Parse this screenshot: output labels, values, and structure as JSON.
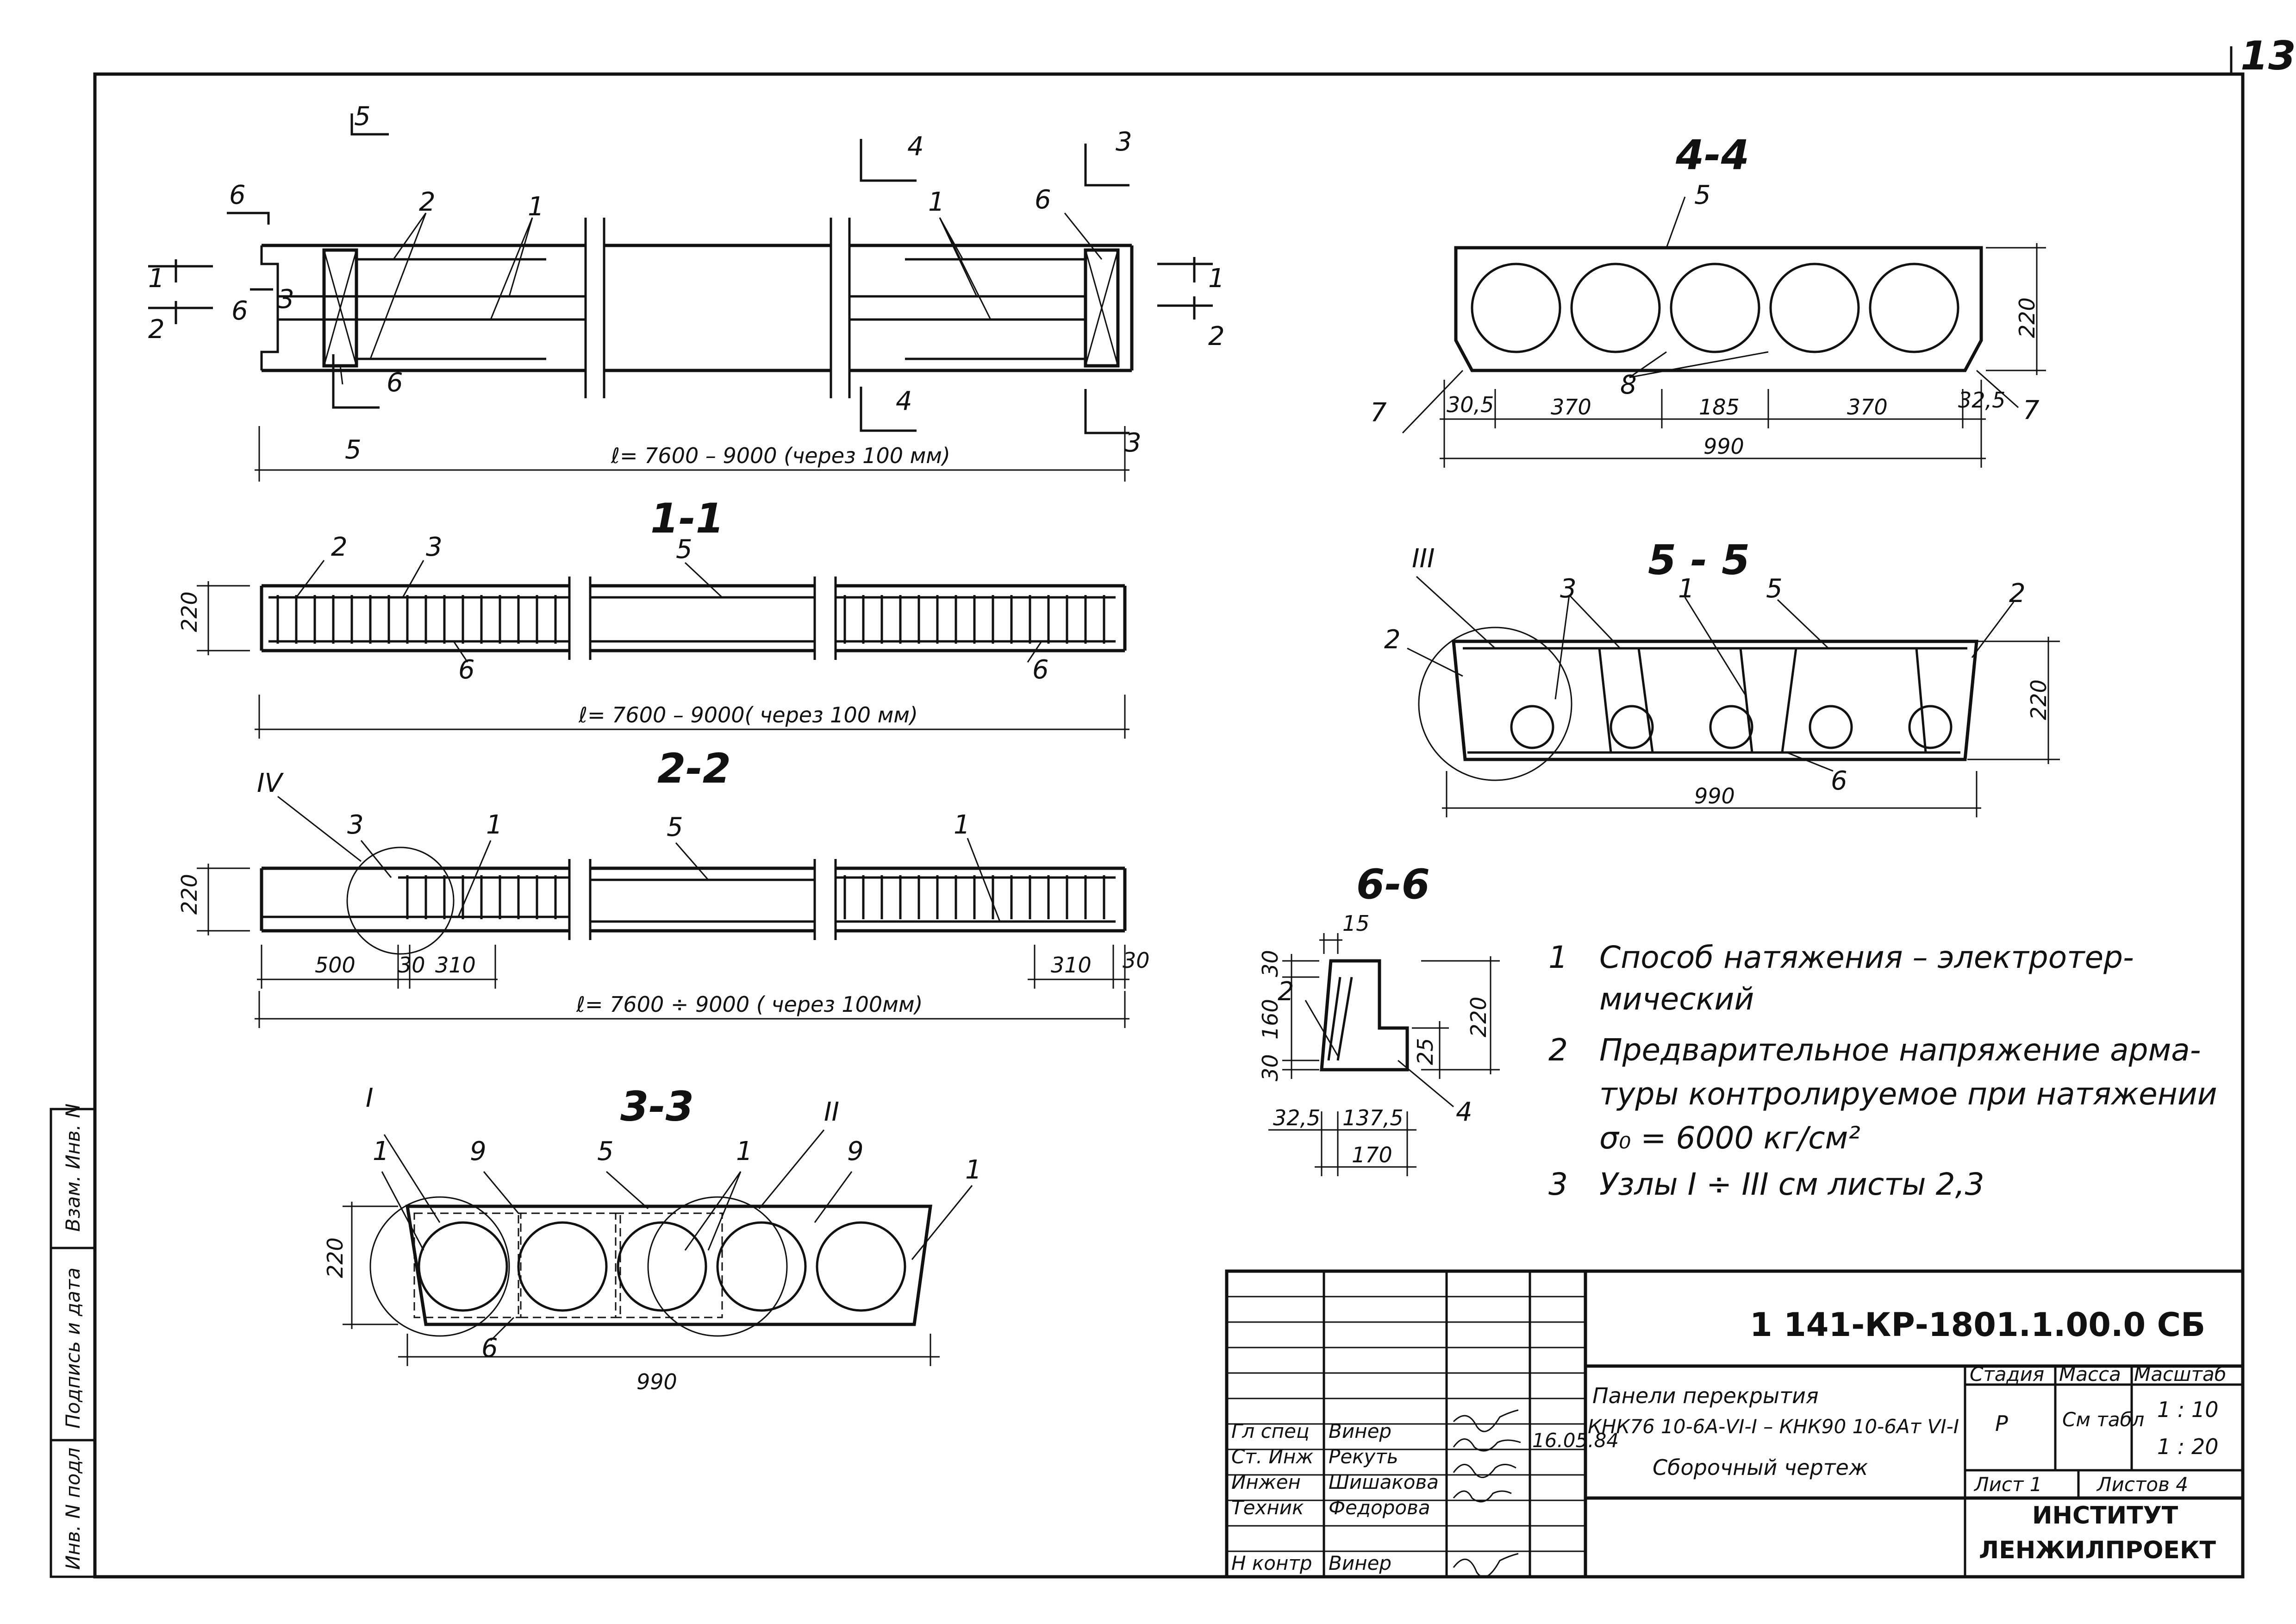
{
  "sheet": {
    "page_number": "13",
    "side_stamp": [
      "Инв. N подл",
      "Подпись и дата",
      "Взам. Инв. N"
    ]
  },
  "plan": {
    "cut_marks": [
      "5",
      "5",
      "6",
      "6",
      "1",
      "2",
      "4",
      "4",
      "3",
      "3",
      "1",
      "2"
    ],
    "labels": [
      "1",
      "2",
      "3",
      "6",
      "1",
      "6"
    ],
    "length": "ℓ= 7600 – 9000  (через  100 мм)"
  },
  "section_1_1": {
    "title": "1-1",
    "labels": [
      "2",
      "3",
      "5",
      "6",
      "6"
    ],
    "height": "220",
    "length": "ℓ= 7600  –  9000( через  100 мм)"
  },
  "section_2_2": {
    "title": "2-2",
    "node": "IV",
    "labels": [
      "3",
      "1",
      "5",
      "1"
    ],
    "height": "220",
    "dims": [
      "500",
      "30",
      "310",
      "310",
      "30"
    ],
    "length": "ℓ= 7600 ÷ 9000  ( через  100мм)"
  },
  "section_3_3": {
    "title": "3-3",
    "nodes": [
      "I",
      "II"
    ],
    "labels": [
      "1",
      "9",
      "5",
      "1",
      "9",
      "1",
      "6"
    ],
    "height": "220",
    "width": "990"
  },
  "section_4_4": {
    "title": "4-4",
    "labels": [
      "5",
      "7",
      "8",
      "7"
    ],
    "height": "220",
    "dims": [
      "30,5",
      "370",
      "185",
      "370",
      "32,5"
    ],
    "width": "990"
  },
  "section_5_5": {
    "title": "5 - 5",
    "node": "III",
    "labels": [
      "3",
      "1",
      "5",
      "2",
      "2",
      "6"
    ],
    "height": "220",
    "width": "990"
  },
  "section_6_6": {
    "title": "6-6",
    "labels": [
      "2",
      "4"
    ],
    "dims": [
      "15",
      "30",
      "160",
      "30",
      "220",
      "25",
      "32,5",
      "137,5",
      "170"
    ]
  },
  "notes": [
    {
      "num": "1",
      "lines": [
        "Способ  натяжения – электротер-",
        "мический"
      ]
    },
    {
      "num": "2",
      "lines": [
        "Предварительное  напряжение  арма-",
        "туры  контролируемое  при натяжении",
        "σ₀ = 6000  кг/см²"
      ]
    },
    {
      "num": "3",
      "lines": [
        "Узлы  I ÷ III  см  листы  2,3"
      ]
    }
  ],
  "title_block": {
    "code": "1 141-КР-1801.1.00.0 СБ",
    "name_line1": "Панели  перекрытия",
    "name_line2": "КНК76 10-6А-VI-I – КНК90 10-6Ат VI-I",
    "name_line3": "Сборочный  чертеж",
    "stage_h": "Стадия",
    "mass_h": "Масса",
    "scale_h": "Масштаб",
    "stage": "Р",
    "mass": "См табл",
    "scale1": "1 : 10",
    "scale2": "1 : 20",
    "sheet_label": "Лист 1",
    "sheets_label": "Листов 4",
    "org1": "ИНСТИТУТ",
    "org2": "ЛЕНЖИЛПРОЕКТ",
    "date": "16.05.84",
    "people": [
      {
        "role": "Гл спец",
        "name": "Винер"
      },
      {
        "role": "Ст. Инж",
        "name": "Рекуть"
      },
      {
        "role": "Инжен",
        "name": "Шишакова"
      },
      {
        "role": "Техник",
        "name": "Федорова"
      },
      {
        "role": "Н контр",
        "name": "Винер"
      }
    ]
  }
}
